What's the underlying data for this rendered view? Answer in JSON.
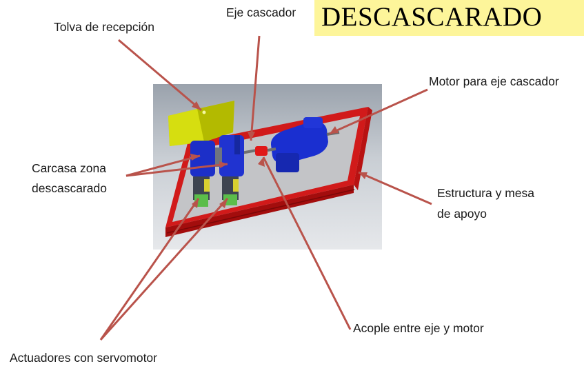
{
  "title": "DESCASCARADO",
  "labels": {
    "tolva": "Tolva de recepción",
    "eje": "Eje cascador",
    "motor": "Motor para eje cascador",
    "carcasa_1": "Carcasa zona",
    "carcasa_2": "descascarado",
    "estructura_1": "Estructura y mesa",
    "estructura_2": "de apoyo",
    "acople": "Acople entre eje y motor",
    "actuadores": "Actuadores con servomotor"
  }
}
